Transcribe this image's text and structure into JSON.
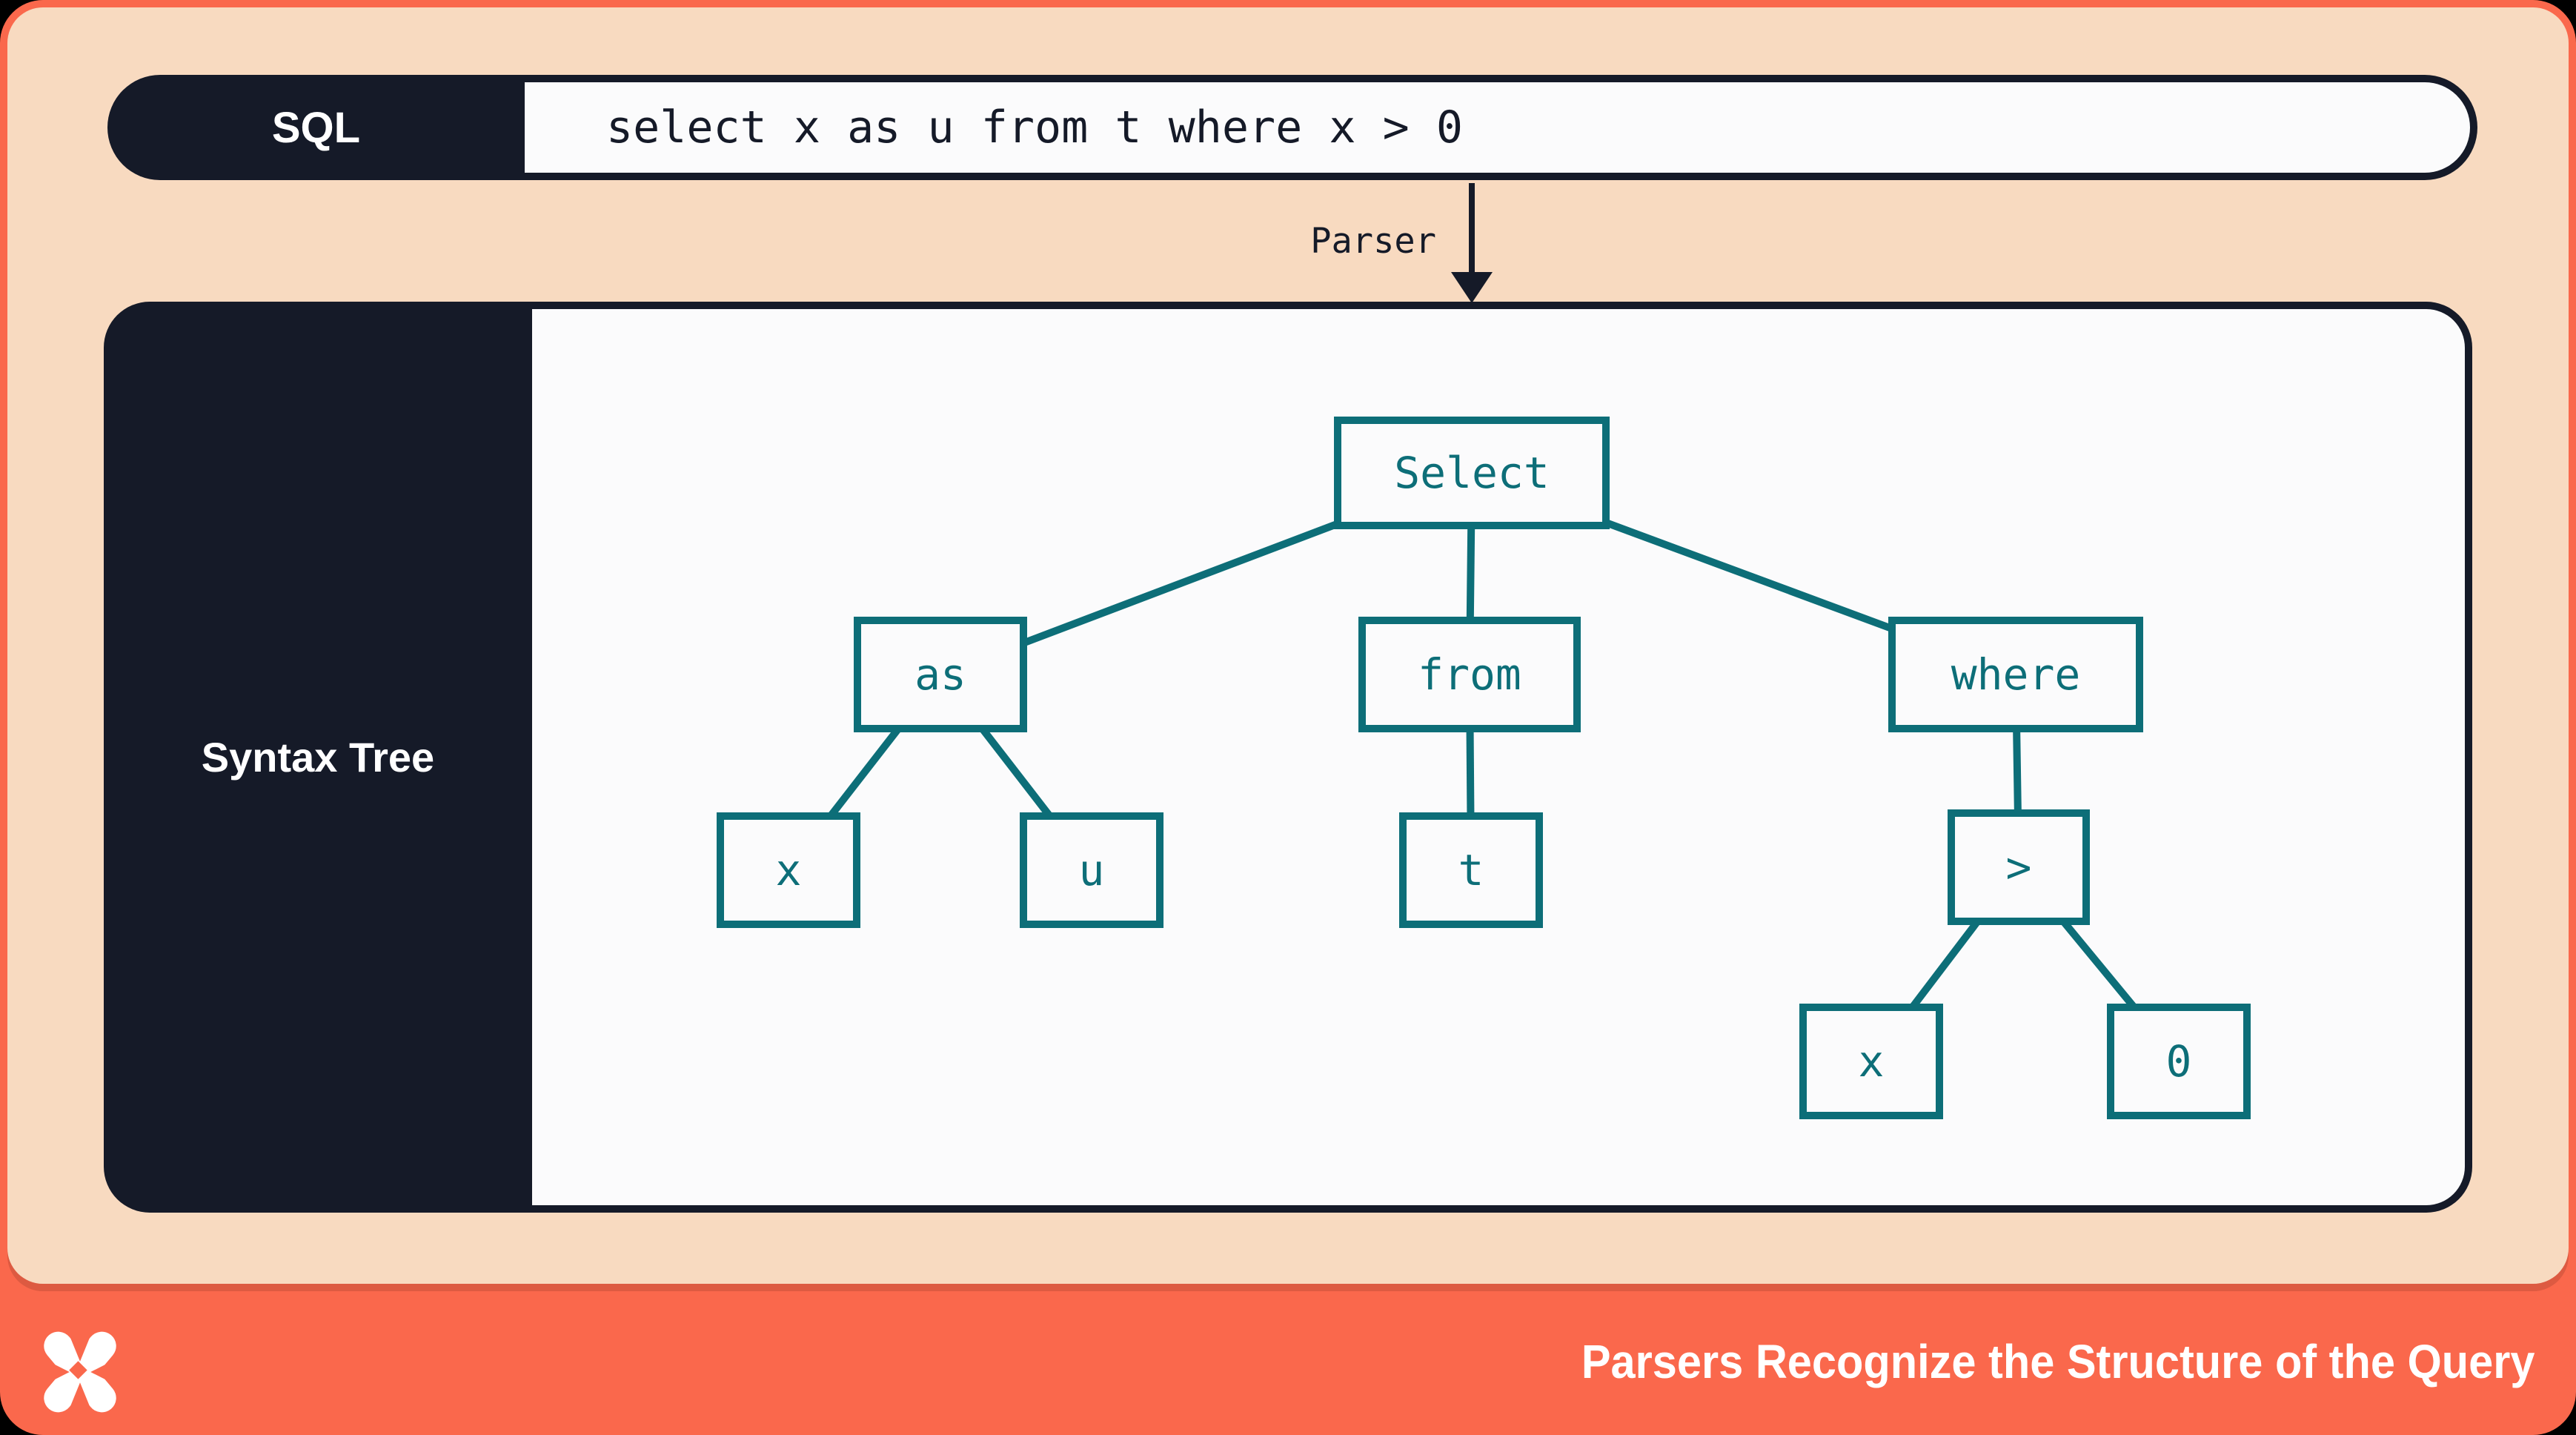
{
  "colors": {
    "coral": "#fa684c",
    "peach": "#f8dac0",
    "navy": "#151a28",
    "teal": "#0d6e78",
    "offwhite": "#fbfbfc",
    "white": "#ffffff"
  },
  "sql_bar": {
    "label": "SQL",
    "query": "select x as u from t where x > 0"
  },
  "parser_arrow": {
    "label": "Parser"
  },
  "syntax_tree": {
    "label": "Syntax Tree",
    "nodes": [
      {
        "id": "select",
        "label": "Select",
        "parent": null
      },
      {
        "id": "as",
        "label": "as",
        "parent": "select"
      },
      {
        "id": "from",
        "label": "from",
        "parent": "select"
      },
      {
        "id": "where",
        "label": "where",
        "parent": "select"
      },
      {
        "id": "x1",
        "label": "x",
        "parent": "as"
      },
      {
        "id": "u",
        "label": "u",
        "parent": "as"
      },
      {
        "id": "t",
        "label": "t",
        "parent": "from"
      },
      {
        "id": "gt",
        "label": ">",
        "parent": "where"
      },
      {
        "id": "x2",
        "label": "x",
        "parent": "gt"
      },
      {
        "id": "zero",
        "label": "0",
        "parent": "gt"
      }
    ],
    "edges": [
      [
        "select",
        "as"
      ],
      [
        "select",
        "from"
      ],
      [
        "select",
        "where"
      ],
      [
        "as",
        "x1"
      ],
      [
        "as",
        "u"
      ],
      [
        "from",
        "t"
      ],
      [
        "where",
        "gt"
      ],
      [
        "gt",
        "x2"
      ],
      [
        "gt",
        "zero"
      ]
    ]
  },
  "footer": {
    "logo": "x-star-logo",
    "title": "Parsers Recognize the Structure of the Query"
  }
}
